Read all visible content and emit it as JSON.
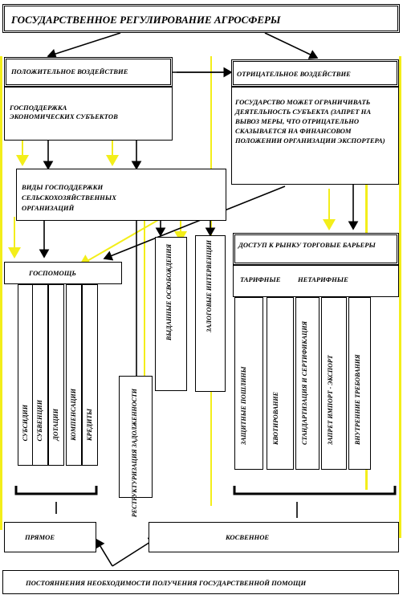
{
  "title": "ГОСУДАРСТВЕННОЕ РЕГУЛИРОВАНИЕ АГРОСФЕРЫ",
  "positive": "ПОЛОЖИТЕЛЬНОЕ ВОЗДЕЙСТВИЕ",
  "negative": "ОТРИЦАТЕЛЬНОЕ ВОЗДЕЙСТВИЕ",
  "support_subjects": "ГОСПОДДЕРЖКА ЭКОНОМИЧЕСКИХ СУБЪЕКТОВ",
  "state_limit": "ГОСУДАРСТВО МОЖЕТ ОГРАНИЧИВАТЬ ДЕЯТЕЛЬНОСТЬ СУБЪЕКТА (ЗАПРЕТ НА ВЫВОЗ МЕРЫ, ЧТО ОТРИЦАТЕЛЬНО СКАЗЫВАЕТСЯ НА ФИНАНСОВОМ ПОЛОЖЕНИИ ОРГАНИЗАЦИИ ЭКСПОРТЕРА)",
  "support_types": "ВИДЫ ГОСПОДДЕРЖКИ СЕЛЬСКОХОЗЯЙСТВЕННЫХ ОРГАНИЗАЦИЙ",
  "gov_help": "ГОСПОМОЩЬ",
  "barriers": "ДОСТУП К РЫНКУ ТОРГОВЫЕ БАРЬЕРЫ",
  "tariff": "ТАРИФНЫЕ",
  "nontariff": "НЕТАРИФНЫЕ",
  "help_cols": [
    "СУБСИДИИ",
    "СУБВЕНЦИИ",
    "ДОТАЦИИ",
    "КОМПЕНСАЦИИ",
    "КРЕДИТЫ"
  ],
  "mid_cols": [
    "РЕСТРУКТУРИЗАЦИЯ ЗАДОЛЖЕННОСТИ",
    "ВЫДАННЫЕ ОСВОБОЖДЕНИЯ",
    "ЗАЛОГОВЫЕ ИНТЕРВЕНЦИИ"
  ],
  "barrier_cols": [
    "ЗАЩИТНЫЕ ПОШЛИНЫ",
    "КВОТИРОВАНИЕ",
    "СТАНДАРТИЗАЦИЯ И СЕРТИФИКАЦИЯ",
    "ЗАПРЕТ ИМПОРТ - ЭКСПОРТ",
    "ВНУТРЕННИЕ ТРЕБОВАНИЯ"
  ],
  "direct": "ПРЯМОЕ",
  "indirect": "КОСВЕННОЕ",
  "bottom": "ПОСТОЯННЕНИЯ НЕОБХОДИМОСТИ ПОЛУЧЕНИЯ ГОСУДАРСТВЕННОЙ ПОМОЩИ"
}
